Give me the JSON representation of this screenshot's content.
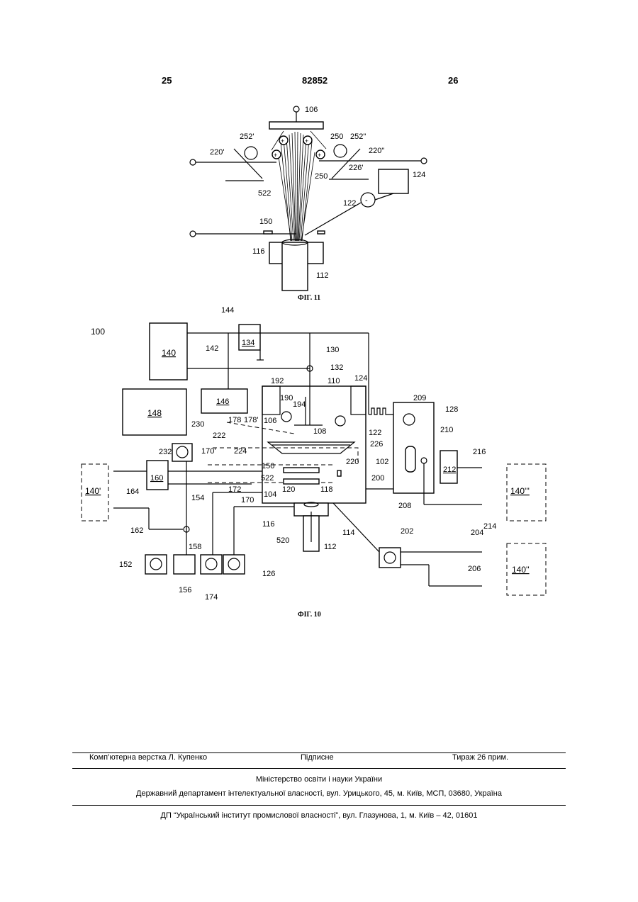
{
  "header": {
    "page_left": "25",
    "patent_number": "82852",
    "page_right": "26"
  },
  "figure_11": {
    "caption": "ФІГ. 11",
    "labels": {
      "l106": "106",
      "l252a": "252'",
      "l250a": "250",
      "l252b": "252\"",
      "l220a": "220'",
      "l220b": "220\"",
      "l250b": "250",
      "l226": "226'",
      "l124": "124",
      "l522": "522",
      "l122": "122",
      "l150": "150",
      "l116": "116",
      "l112": "112"
    }
  },
  "figure_10": {
    "caption": "ФІГ. 10",
    "labels": {
      "l100": "100",
      "l144": "144",
      "l140": "140",
      "l134": "134",
      "l142": "142",
      "l130": "130",
      "l132": "132",
      "l192": "192",
      "l110": "110",
      "l124": "124",
      "l148": "148",
      "l146": "146",
      "l190": "190",
      "l194": "194",
      "l209": "209",
      "l128": "128",
      "l230": "230",
      "l178": "178",
      "l178p": "178'",
      "l106": "106",
      "l108": "108",
      "l122": "122",
      "l210": "210",
      "l222": "222",
      "l226": "226",
      "l232": "232",
      "l170p": "170'",
      "l224": "224",
      "l220": "220",
      "l102": "102",
      "l140p": "140'",
      "l150": "150",
      "l160": "160",
      "l522": "522",
      "l200": "200",
      "l212": "212",
      "l216": "216",
      "l140ppp": "140'''",
      "l164": "164",
      "l172": "172",
      "l104": "104",
      "l120": "120",
      "l118": "118",
      "l170": "170",
      "l154": "154",
      "l162": "162",
      "l116": "116",
      "l114": "114",
      "l208": "208",
      "l214": "214",
      "l202": "202",
      "l204": "204",
      "l520": "520",
      "l112": "112",
      "l158": "158",
      "l152": "152",
      "l126": "126",
      "l156": "156",
      "l174": "174",
      "l206": "206",
      "l140pp": "140''"
    }
  },
  "footer": {
    "composer": "Комп’ютерна верстка Л. Купенко",
    "signed": "Підписне",
    "print_run": "Тираж 26 прим.",
    "ministry": "Міністерство освіти і науки України",
    "department": "Державний департамент інтелектуальної власності, вул. Урицького, 45, м. Київ, МСП, 03680, Україна",
    "institute": "ДП “Український інститут промислової власності”, вул. Глазунова, 1, м. Київ – 42, 01601"
  }
}
